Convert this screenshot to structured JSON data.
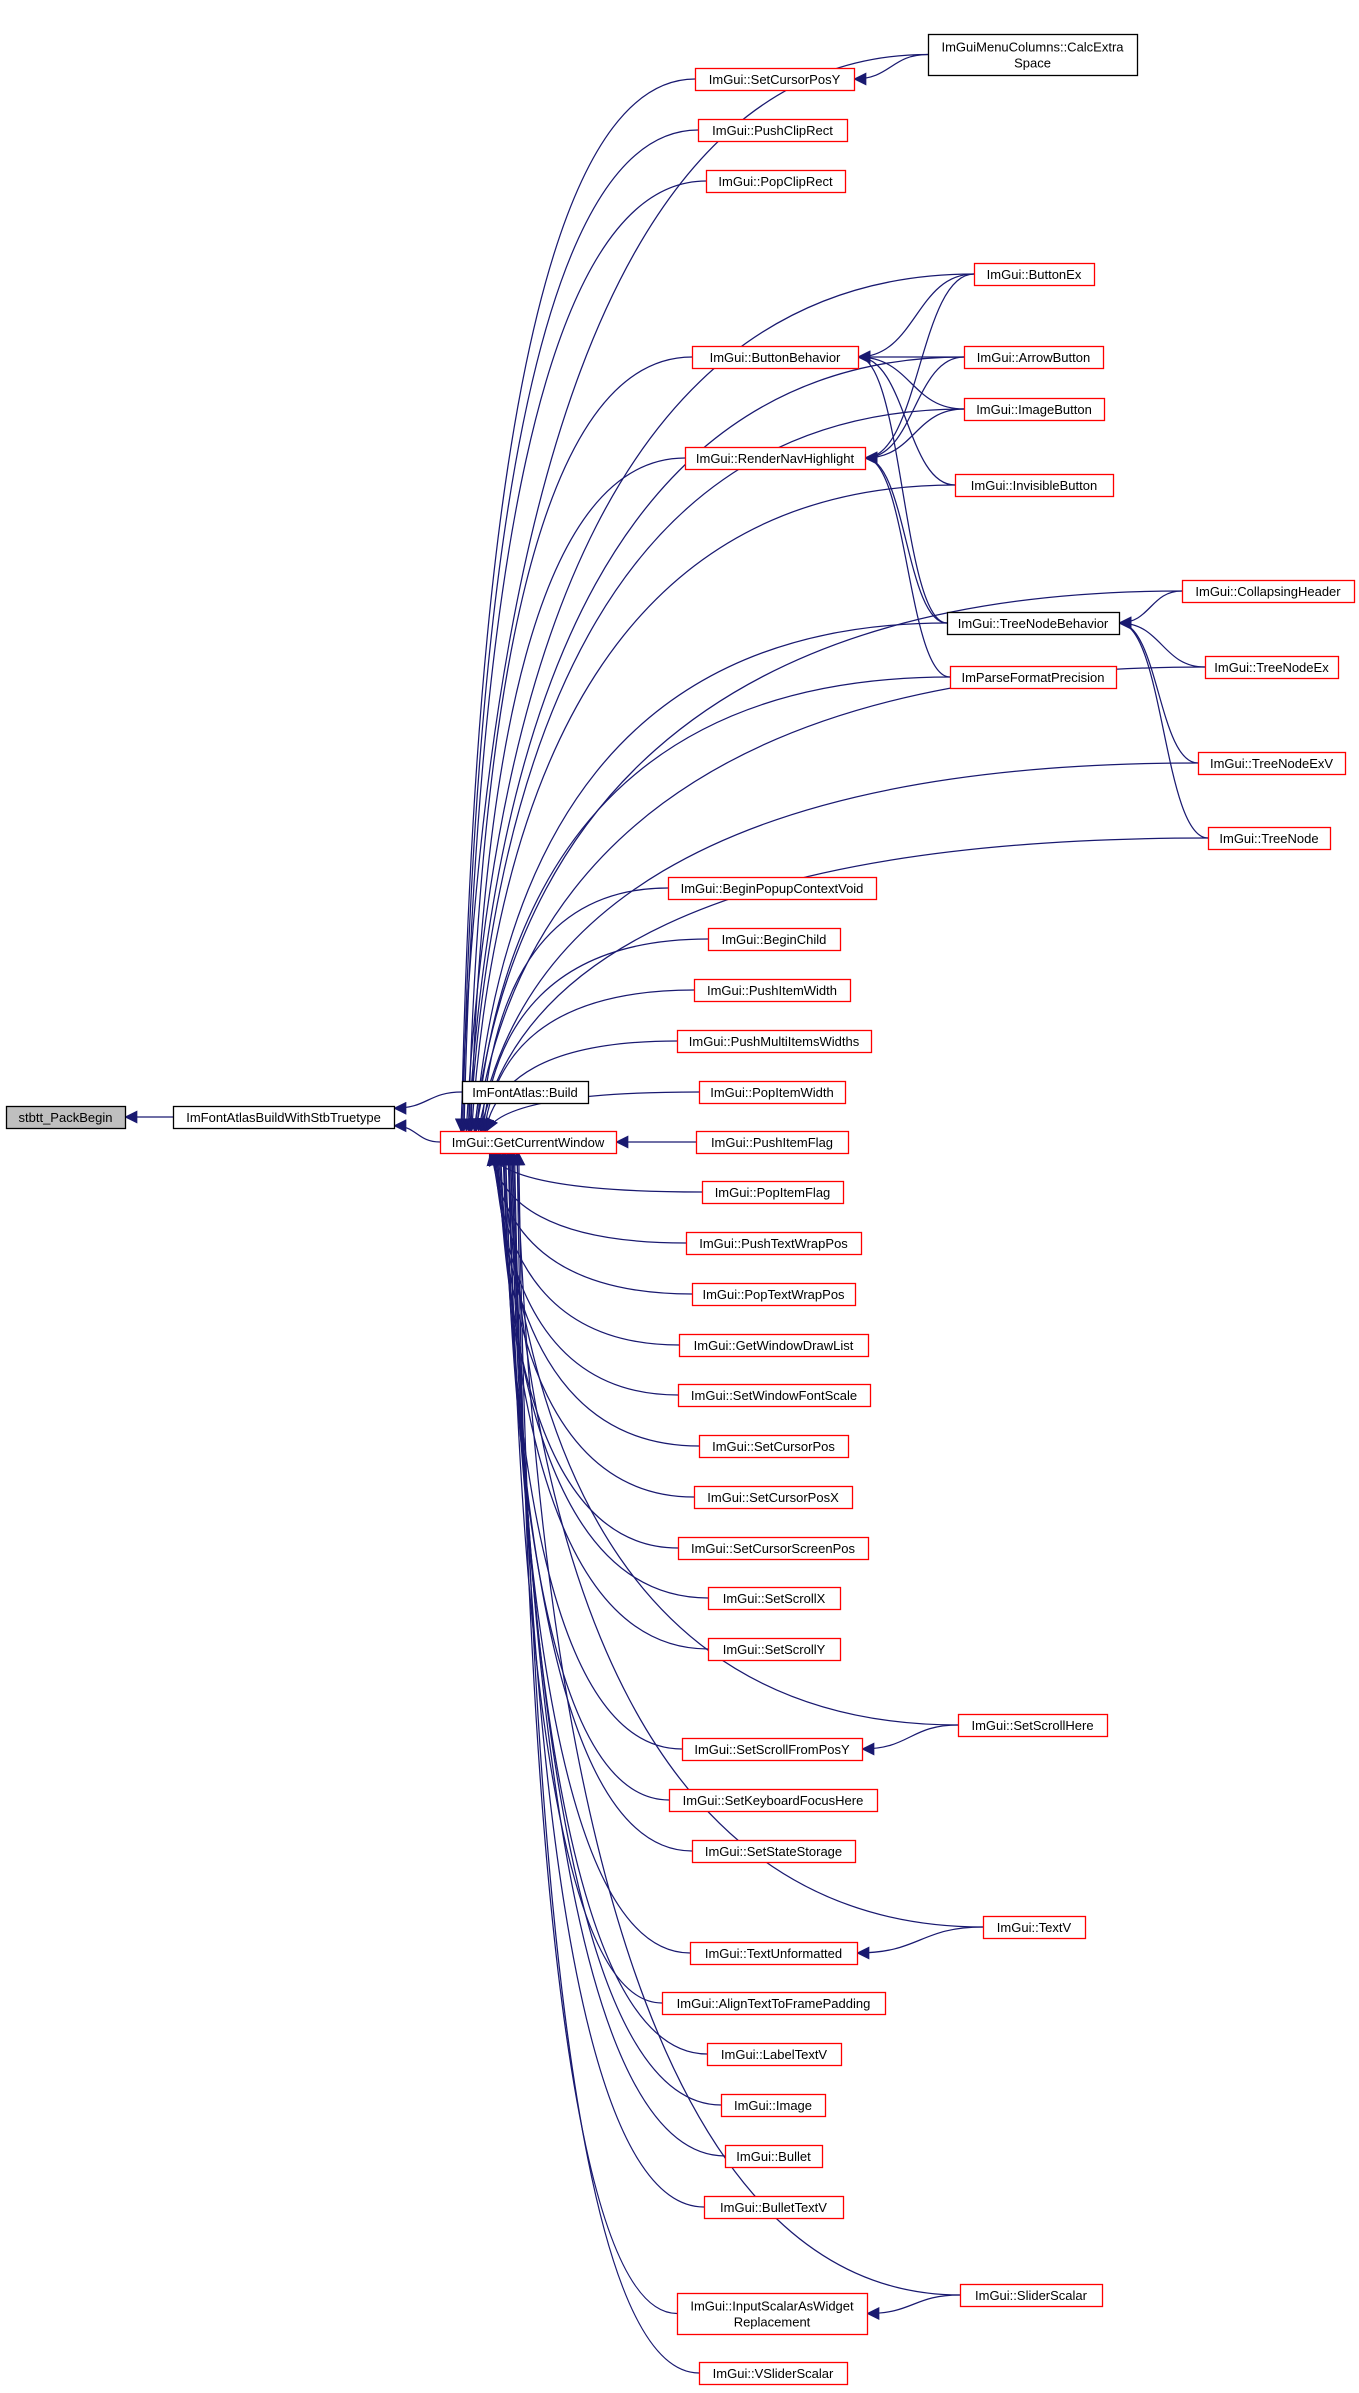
{
  "diagram": {
    "colors": {
      "edge": "#191970",
      "caller_border": "#ff0000",
      "plain_border": "#000000",
      "root_fill": "#bfbfbf"
    },
    "nodes": [
      {
        "id": "root",
        "lines": [
          "stbtt_PackBegin"
        ],
        "style": "grey"
      },
      {
        "id": "n_build_stb",
        "lines": [
          "ImFontAtlasBuildWithStbTruetype"
        ],
        "style": "black"
      },
      {
        "id": "n_fa_build",
        "lines": [
          "ImFontAtlas::Build"
        ],
        "style": "black"
      },
      {
        "id": "n_gcw",
        "lines": [
          "ImGui::GetCurrentWindow"
        ],
        "style": "red"
      },
      {
        "id": "n_setcursorposy",
        "lines": [
          "ImGui::SetCursorPosY"
        ],
        "style": "red"
      },
      {
        "id": "n_menucols",
        "lines": [
          "ImGuiMenuColumns::CalcExtra",
          "Space"
        ],
        "style": "black"
      },
      {
        "id": "n_pushcliprect",
        "lines": [
          "ImGui::PushClipRect"
        ],
        "style": "red"
      },
      {
        "id": "n_popcliprect",
        "lines": [
          "ImGui::PopClipRect"
        ],
        "style": "red"
      },
      {
        "id": "n_buttonex",
        "lines": [
          "ImGui::ButtonEx"
        ],
        "style": "red"
      },
      {
        "id": "n_buttonbehavior",
        "lines": [
          "ImGui::ButtonBehavior"
        ],
        "style": "red"
      },
      {
        "id": "n_arrowbutton",
        "lines": [
          "ImGui::ArrowButton"
        ],
        "style": "red"
      },
      {
        "id": "n_imagebutton",
        "lines": [
          "ImGui::ImageButton"
        ],
        "style": "red"
      },
      {
        "id": "n_rendernav",
        "lines": [
          "ImGui::RenderNavHighlight"
        ],
        "style": "red"
      },
      {
        "id": "n_invisiblebutton",
        "lines": [
          "ImGui::InvisibleButton"
        ],
        "style": "red"
      },
      {
        "id": "n_collapsingheader",
        "lines": [
          "ImGui::CollapsingHeader"
        ],
        "style": "red"
      },
      {
        "id": "n_treenodebehavior",
        "lines": [
          "ImGui::TreeNodeBehavior"
        ],
        "style": "black"
      },
      {
        "id": "n_treenodeex",
        "lines": [
          "ImGui::TreeNodeEx"
        ],
        "style": "red"
      },
      {
        "id": "n_parseformat",
        "lines": [
          "ImParseFormatPrecision"
        ],
        "style": "red"
      },
      {
        "id": "n_treenodeexv",
        "lines": [
          "ImGui::TreeNodeExV"
        ],
        "style": "red"
      },
      {
        "id": "n_treenode",
        "lines": [
          "ImGui::TreeNode"
        ],
        "style": "red"
      },
      {
        "id": "n_beginpopupctx",
        "lines": [
          "ImGui::BeginPopupContextVoid"
        ],
        "style": "red"
      },
      {
        "id": "n_beginchild",
        "lines": [
          "ImGui::BeginChild"
        ],
        "style": "red"
      },
      {
        "id": "n_pushitemwidth",
        "lines": [
          "ImGui::PushItemWidth"
        ],
        "style": "red"
      },
      {
        "id": "n_pushmultiitems",
        "lines": [
          "ImGui::PushMultiItemsWidths"
        ],
        "style": "red"
      },
      {
        "id": "n_popitemwidth",
        "lines": [
          "ImGui::PopItemWidth"
        ],
        "style": "red"
      },
      {
        "id": "n_pushitemflag",
        "lines": [
          "ImGui::PushItemFlag"
        ],
        "style": "red"
      },
      {
        "id": "n_popitemflag",
        "lines": [
          "ImGui::PopItemFlag"
        ],
        "style": "red"
      },
      {
        "id": "n_pushtextwrap",
        "lines": [
          "ImGui::PushTextWrapPos"
        ],
        "style": "red"
      },
      {
        "id": "n_poptextwrap",
        "lines": [
          "ImGui::PopTextWrapPos"
        ],
        "style": "red"
      },
      {
        "id": "n_getwindowdrawlist",
        "lines": [
          "ImGui::GetWindowDrawList"
        ],
        "style": "red"
      },
      {
        "id": "n_setwindowfontscale",
        "lines": [
          "ImGui::SetWindowFontScale"
        ],
        "style": "red"
      },
      {
        "id": "n_setcursorpos",
        "lines": [
          "ImGui::SetCursorPos"
        ],
        "style": "red"
      },
      {
        "id": "n_setcursorposx",
        "lines": [
          "ImGui::SetCursorPosX"
        ],
        "style": "red"
      },
      {
        "id": "n_setcursorscreenpos",
        "lines": [
          "ImGui::SetCursorScreenPos"
        ],
        "style": "red"
      },
      {
        "id": "n_setscrollx",
        "lines": [
          "ImGui::SetScrollX"
        ],
        "style": "red"
      },
      {
        "id": "n_setscrolly",
        "lines": [
          "ImGui::SetScrollY"
        ],
        "style": "red"
      },
      {
        "id": "n_setscrollhere",
        "lines": [
          "ImGui::SetScrollHere"
        ],
        "style": "red"
      },
      {
        "id": "n_setscrollfrompos",
        "lines": [
          "ImGui::SetScrollFromPosY"
        ],
        "style": "red"
      },
      {
        "id": "n_setkeyboardfocus",
        "lines": [
          "ImGui::SetKeyboardFocusHere"
        ],
        "style": "red"
      },
      {
        "id": "n_setstatestorage",
        "lines": [
          "ImGui::SetStateStorage"
        ],
        "style": "red"
      },
      {
        "id": "n_textv",
        "lines": [
          "ImGui::TextV"
        ],
        "style": "red"
      },
      {
        "id": "n_textunformatted",
        "lines": [
          "ImGui::TextUnformatted"
        ],
        "style": "red"
      },
      {
        "id": "n_aligntext",
        "lines": [
          "ImGui::AlignTextToFramePadding"
        ],
        "style": "red"
      },
      {
        "id": "n_labeltextv",
        "lines": [
          "ImGui::LabelTextV"
        ],
        "style": "red"
      },
      {
        "id": "n_image",
        "lines": [
          "ImGui::Image"
        ],
        "style": "red"
      },
      {
        "id": "n_bullet",
        "lines": [
          "ImGui::Bullet"
        ],
        "style": "red"
      },
      {
        "id": "n_bullettextv",
        "lines": [
          "ImGui::BulletTextV"
        ],
        "style": "red"
      },
      {
        "id": "n_sliderscalar",
        "lines": [
          "ImGui::SliderScalar"
        ],
        "style": "red"
      },
      {
        "id": "n_inputscalarwidget",
        "lines": [
          "ImGui::InputScalarAsWidget",
          "Replacement"
        ],
        "style": "red"
      },
      {
        "id": "n_vsliderscalar",
        "lines": [
          "ImGui::VSliderScalar"
        ],
        "style": "red"
      }
    ],
    "edges": [
      [
        "n_build_stb",
        "root"
      ],
      [
        "n_fa_build",
        "n_build_stb"
      ],
      [
        "n_gcw",
        "n_build_stb"
      ],
      [
        "n_setcursorposy",
        "n_gcw"
      ],
      [
        "n_menucols",
        "n_setcursorposy"
      ],
      [
        "n_menucols",
        "n_gcw"
      ],
      [
        "n_pushcliprect",
        "n_gcw"
      ],
      [
        "n_popcliprect",
        "n_gcw"
      ],
      [
        "n_buttonex",
        "n_gcw"
      ],
      [
        "n_buttonbehavior",
        "n_gcw"
      ],
      [
        "n_buttonex",
        "n_buttonbehavior"
      ],
      [
        "n_arrowbutton",
        "n_buttonbehavior"
      ],
      [
        "n_imagebutton",
        "n_buttonbehavior"
      ],
      [
        "n_invisiblebutton",
        "n_buttonbehavior"
      ],
      [
        "n_treenodebehavior",
        "n_buttonbehavior"
      ],
      [
        "n_arrowbutton",
        "n_gcw"
      ],
      [
        "n_imagebutton",
        "n_gcw"
      ],
      [
        "n_rendernav",
        "n_gcw"
      ],
      [
        "n_buttonex",
        "n_rendernav"
      ],
      [
        "n_arrowbutton",
        "n_rendernav"
      ],
      [
        "n_imagebutton",
        "n_rendernav"
      ],
      [
        "n_treenodebehavior",
        "n_rendernav"
      ],
      [
        "n_parseformat",
        "n_rendernav"
      ],
      [
        "n_invisiblebutton",
        "n_gcw"
      ],
      [
        "n_collapsingheader",
        "n_gcw"
      ],
      [
        "n_treenodebehavior",
        "n_gcw"
      ],
      [
        "n_collapsingheader",
        "n_treenodebehavior"
      ],
      [
        "n_treenodeex",
        "n_treenodebehavior"
      ],
      [
        "n_treenodeexv",
        "n_treenodebehavior"
      ],
      [
        "n_treenode",
        "n_treenodebehavior"
      ],
      [
        "n_parseformat",
        "n_gcw"
      ],
      [
        "n_treenodeex",
        "n_gcw"
      ],
      [
        "n_treenodeexv",
        "n_gcw"
      ],
      [
        "n_treenode",
        "n_gcw"
      ],
      [
        "n_beginpopupctx",
        "n_gcw"
      ],
      [
        "n_beginchild",
        "n_gcw"
      ],
      [
        "n_pushitemwidth",
        "n_gcw"
      ],
      [
        "n_pushmultiitems",
        "n_gcw"
      ],
      [
        "n_popitemwidth",
        "n_gcw"
      ],
      [
        "n_pushitemflag",
        "n_gcw"
      ],
      [
        "n_popitemflag",
        "n_gcw"
      ],
      [
        "n_pushtextwrap",
        "n_gcw"
      ],
      [
        "n_poptextwrap",
        "n_gcw"
      ],
      [
        "n_getwindowdrawlist",
        "n_gcw"
      ],
      [
        "n_setwindowfontscale",
        "n_gcw"
      ],
      [
        "n_setcursorpos",
        "n_gcw"
      ],
      [
        "n_setcursorposx",
        "n_gcw"
      ],
      [
        "n_setcursorscreenpos",
        "n_gcw"
      ],
      [
        "n_setscrollx",
        "n_gcw"
      ],
      [
        "n_setscrolly",
        "n_gcw"
      ],
      [
        "n_setscrollhere",
        "n_gcw"
      ],
      [
        "n_setscrollhere",
        "n_setscrollfrompos"
      ],
      [
        "n_setscrollfrompos",
        "n_gcw"
      ],
      [
        "n_setkeyboardfocus",
        "n_gcw"
      ],
      [
        "n_setstatestorage",
        "n_gcw"
      ],
      [
        "n_textv",
        "n_gcw"
      ],
      [
        "n_textv",
        "n_textunformatted"
      ],
      [
        "n_textunformatted",
        "n_gcw"
      ],
      [
        "n_aligntext",
        "n_gcw"
      ],
      [
        "n_labeltextv",
        "n_gcw"
      ],
      [
        "n_image",
        "n_gcw"
      ],
      [
        "n_bullet",
        "n_gcw"
      ],
      [
        "n_bullettextv",
        "n_gcw"
      ],
      [
        "n_sliderscalar",
        "n_gcw"
      ],
      [
        "n_sliderscalar",
        "n_inputscalarwidget"
      ],
      [
        "n_inputscalarwidget",
        "n_gcw"
      ],
      [
        "n_vsliderscalar",
        "n_gcw"
      ]
    ]
  }
}
